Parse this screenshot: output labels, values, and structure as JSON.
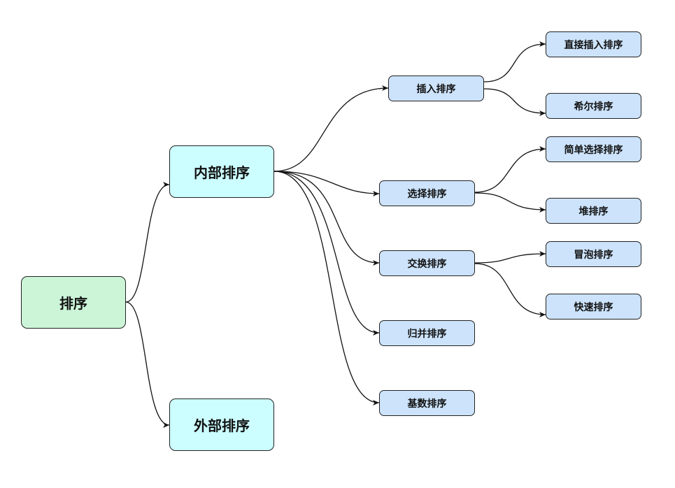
{
  "root": {
    "label": "排序"
  },
  "level1": {
    "internal": "内部排序",
    "external": "外部排序"
  },
  "level2": {
    "insert": "插入排序",
    "select": "选择排序",
    "exchange": "交换排序",
    "merge": "归并排序",
    "radix": "基数排序"
  },
  "level3": {
    "direct_insert": "直接插入排序",
    "shell": "希尔排序",
    "simple_select": "简单选择排序",
    "heap": "堆排序",
    "bubble": "冒泡排序",
    "quick": "快速排序"
  },
  "colors": {
    "root_fill": "#ccf5d8",
    "level1_fill": "#ccfdff",
    "leaf_fill": "#cce3fb",
    "line": "#111111"
  }
}
